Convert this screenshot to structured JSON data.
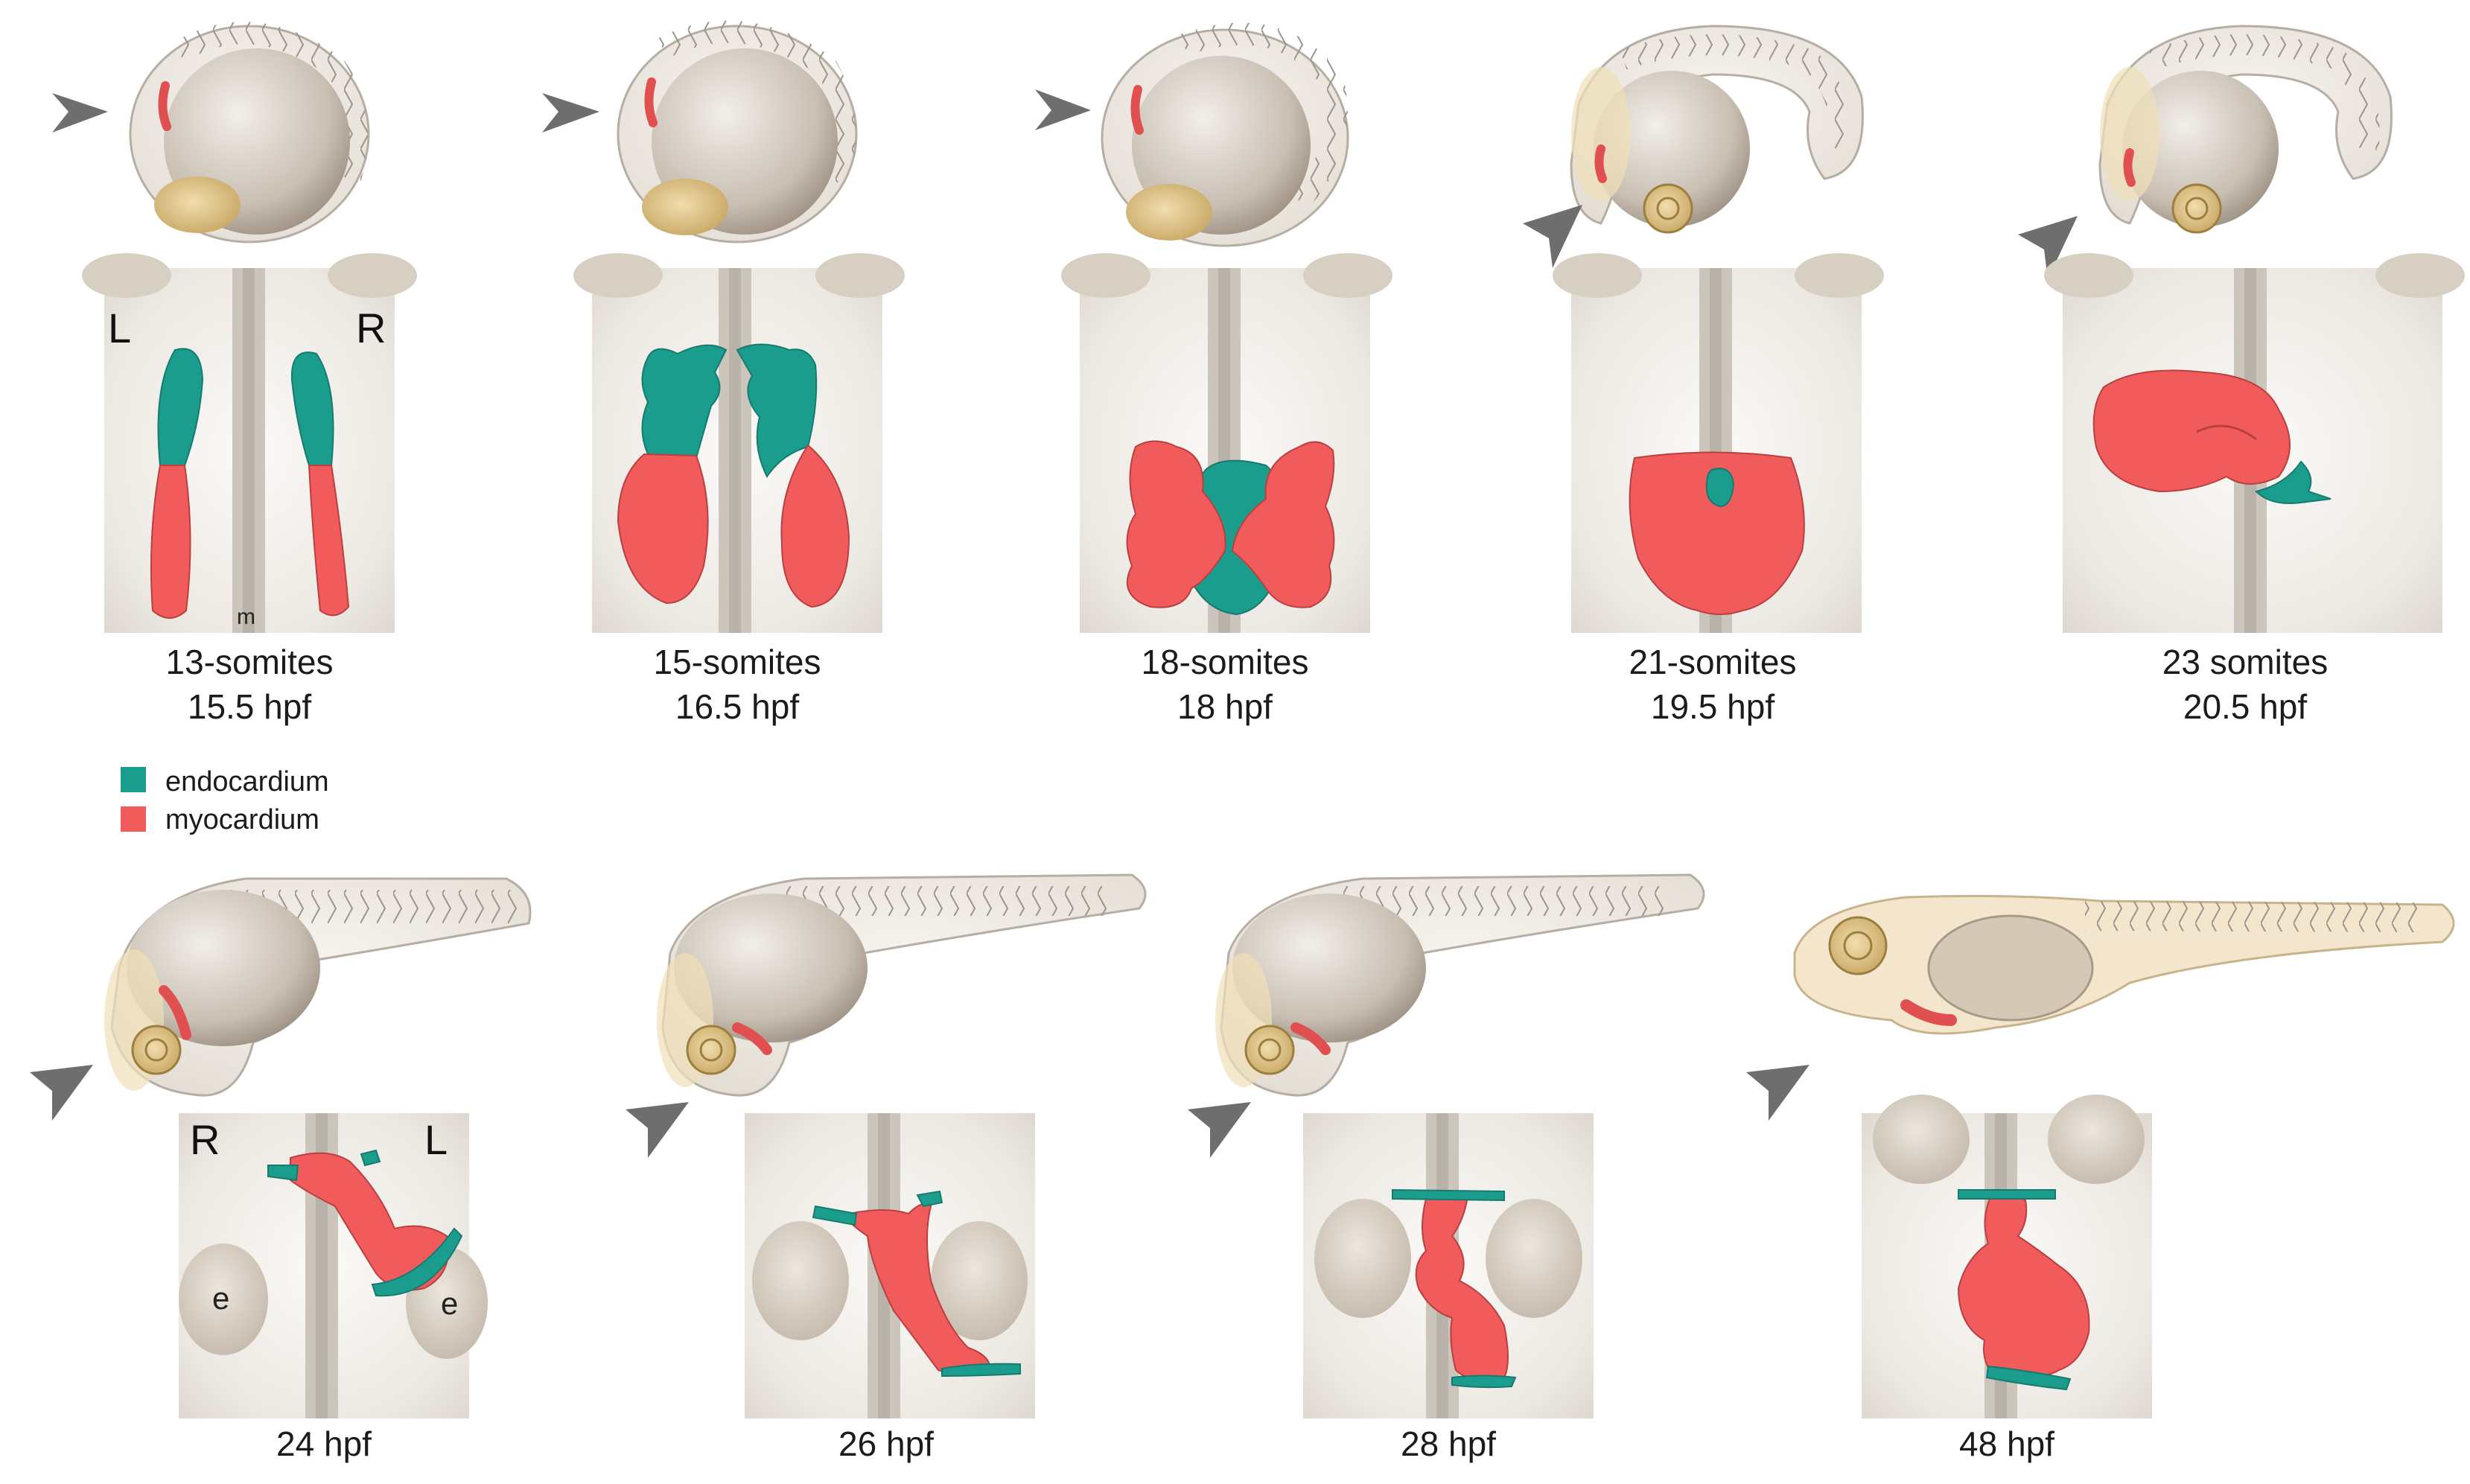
{
  "colors": {
    "endocardium": "#1b9d8e",
    "myocardium": "#f25b5b",
    "arrowhead": "#6e6e6e"
  },
  "legend": [
    {
      "label": "endocardium",
      "color": "#1b9d8e"
    },
    {
      "label": "myocardium",
      "color": "#f25b5b"
    }
  ],
  "panels": [
    {
      "stage": "13-somites",
      "time": "15.5 hpf",
      "labels": [
        "L",
        "R",
        "m"
      ]
    },
    {
      "stage": "15-somites",
      "time": "16.5 hpf"
    },
    {
      "stage": "18-somites",
      "time": "18 hpf"
    },
    {
      "stage": "21-somites",
      "time": "19.5 hpf"
    },
    {
      "stage": "23 somites",
      "time": "20.5 hpf"
    },
    {
      "stage": "24 hpf",
      "labels": [
        "R",
        "L",
        "e",
        "e"
      ]
    },
    {
      "stage": "26 hpf"
    },
    {
      "stage": "28 hpf"
    },
    {
      "stage": "48 hpf"
    }
  ]
}
